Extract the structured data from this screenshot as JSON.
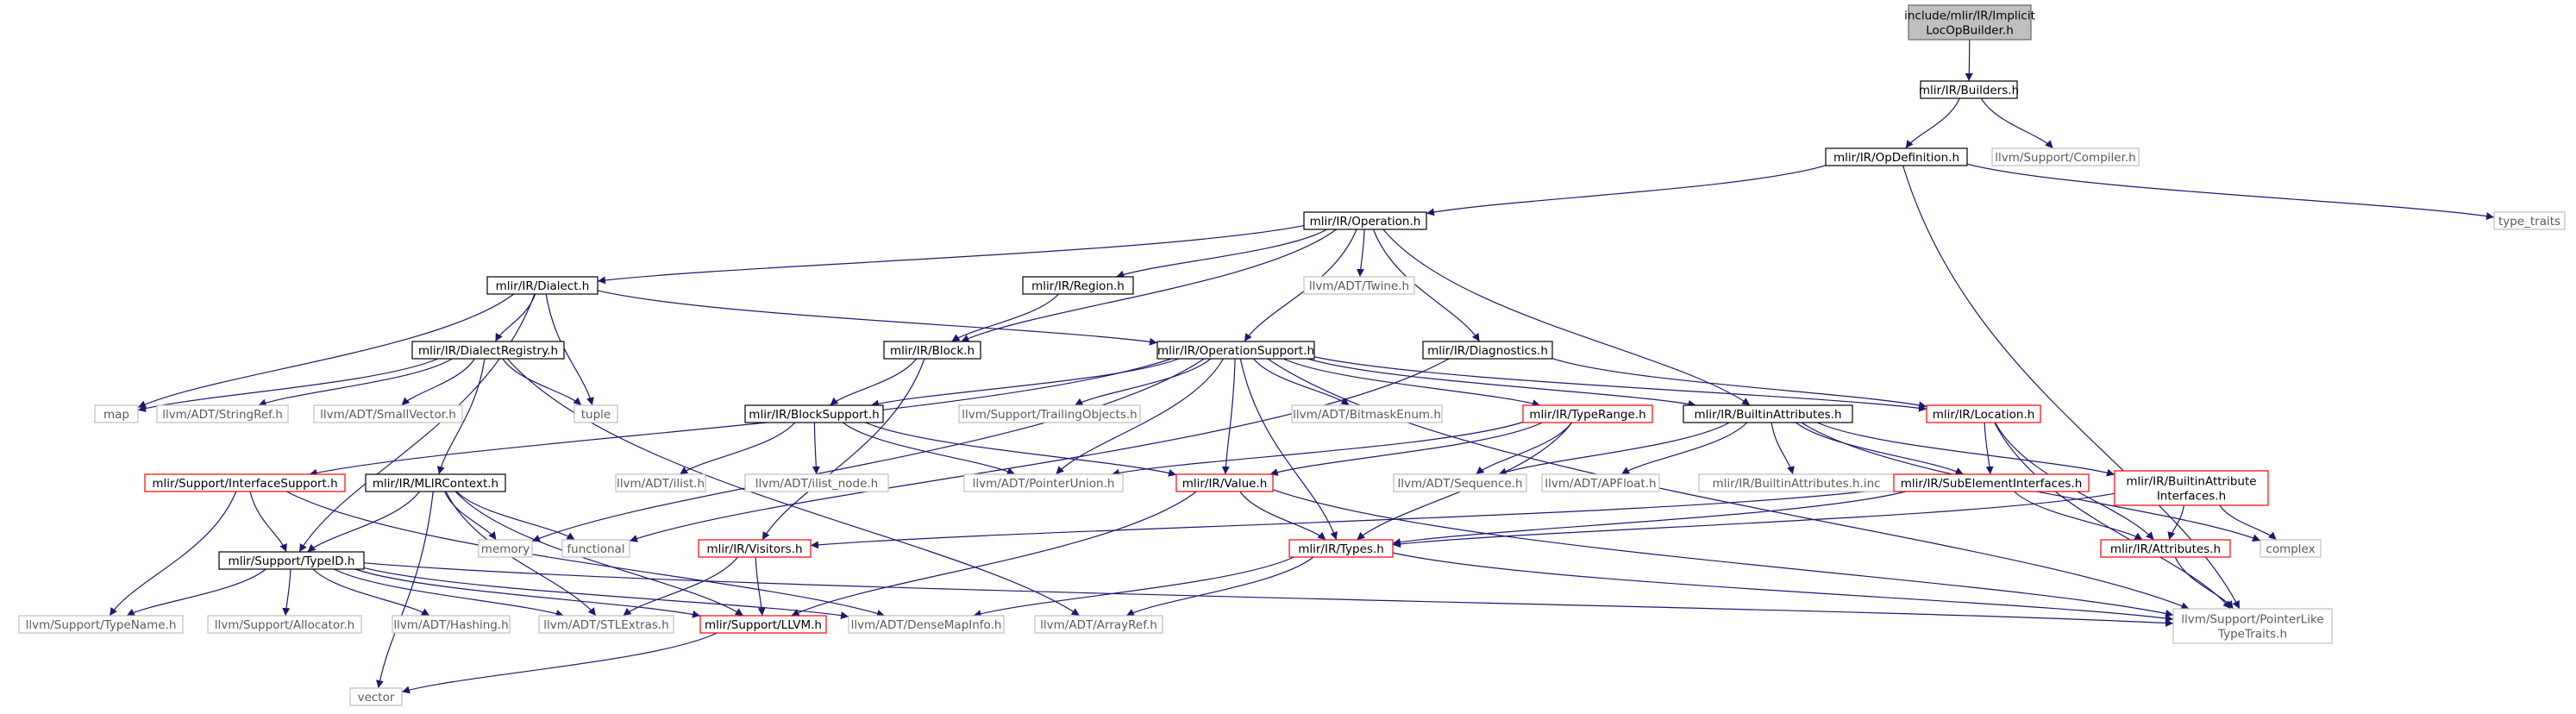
{
  "colors": {
    "background": "#ffffff",
    "root_fill": "#bfbfbf",
    "node_border": "#000000",
    "node_border_red": "#ff0000",
    "node_border_gray": "#bfbfbf",
    "node_text": "#000000",
    "node_text_gray": "#5a5a5a",
    "edge": "#191970"
  },
  "nodes": [
    {
      "id": "root",
      "label": [
        "include/mlir/IR/Implicit",
        "LocOpBuilder.h"
      ],
      "style": "root"
    },
    {
      "id": "builders",
      "label": [
        "mlir/IR/Builders.h"
      ],
      "style": "black"
    },
    {
      "id": "opdef",
      "label": [
        "mlir/IR/OpDefinition.h"
      ],
      "style": "black"
    },
    {
      "id": "compiler",
      "label": [
        "llvm/Support/Compiler.h"
      ],
      "style": "gray"
    },
    {
      "id": "typetraits",
      "label": [
        "type_traits"
      ],
      "style": "gray"
    },
    {
      "id": "operation",
      "label": [
        "mlir/IR/Operation.h"
      ],
      "style": "black"
    },
    {
      "id": "dialect",
      "label": [
        "mlir/IR/Dialect.h"
      ],
      "style": "black"
    },
    {
      "id": "region",
      "label": [
        "mlir/IR/Region.h"
      ],
      "style": "black"
    },
    {
      "id": "twine",
      "label": [
        "llvm/ADT/Twine.h"
      ],
      "style": "gray"
    },
    {
      "id": "diagnostics",
      "label": [
        "mlir/IR/Diagnostics.h"
      ],
      "style": "black"
    },
    {
      "id": "dialectreg",
      "label": [
        "mlir/IR/DialectRegistry.h"
      ],
      "style": "black"
    },
    {
      "id": "block",
      "label": [
        "mlir/IR/Block.h"
      ],
      "style": "black"
    },
    {
      "id": "opsupport",
      "label": [
        "mlir/IR/OperationSupport.h"
      ],
      "style": "black"
    },
    {
      "id": "map",
      "label": [
        "map"
      ],
      "style": "gray"
    },
    {
      "id": "stringref",
      "label": [
        "llvm/ADT/StringRef.h"
      ],
      "style": "gray"
    },
    {
      "id": "smallvector",
      "label": [
        "llvm/ADT/SmallVector.h"
      ],
      "style": "gray"
    },
    {
      "id": "tuple",
      "label": [
        "tuple"
      ],
      "style": "gray"
    },
    {
      "id": "blocksupport",
      "label": [
        "mlir/IR/BlockSupport.h"
      ],
      "style": "black"
    },
    {
      "id": "trailing",
      "label": [
        "llvm/Support/TrailingObjects.h"
      ],
      "style": "gray"
    },
    {
      "id": "bitmask",
      "label": [
        "llvm/ADT/BitmaskEnum.h"
      ],
      "style": "gray"
    },
    {
      "id": "typerange",
      "label": [
        "mlir/IR/TypeRange.h"
      ],
      "style": "red"
    },
    {
      "id": "builtinattrs",
      "label": [
        "mlir/IR/BuiltinAttributes.h"
      ],
      "style": "black"
    },
    {
      "id": "location",
      "label": [
        "mlir/IR/Location.h"
      ],
      "style": "red"
    },
    {
      "id": "ifacesupport",
      "label": [
        "mlir/Support/InterfaceSupport.h"
      ],
      "style": "red"
    },
    {
      "id": "mlircontext",
      "label": [
        "mlir/IR/MLIRContext.h"
      ],
      "style": "black"
    },
    {
      "id": "ilist",
      "label": [
        "llvm/ADT/ilist.h"
      ],
      "style": "gray"
    },
    {
      "id": "ilistnode",
      "label": [
        "llvm/ADT/ilist_node.h"
      ],
      "style": "gray"
    },
    {
      "id": "pointerunion",
      "label": [
        "llvm/ADT/PointerUnion.h"
      ],
      "style": "gray"
    },
    {
      "id": "value",
      "label": [
        "mlir/IR/Value.h"
      ],
      "style": "red"
    },
    {
      "id": "sequence",
      "label": [
        "llvm/ADT/Sequence.h"
      ],
      "style": "gray"
    },
    {
      "id": "apfloat",
      "label": [
        "llvm/ADT/APFloat.h"
      ],
      "style": "gray"
    },
    {
      "id": "builtinattrsinc",
      "label": [
        "mlir/IR/BuiltinAttributes.h.inc"
      ],
      "style": "gray"
    },
    {
      "id": "subelem",
      "label": [
        "mlir/IR/SubElementInterfaces.h"
      ],
      "style": "red"
    },
    {
      "id": "builtinattrif",
      "label": [
        "mlir/IR/BuiltinAttribute",
        "Interfaces.h"
      ],
      "style": "red"
    },
    {
      "id": "memory",
      "label": [
        "memory"
      ],
      "style": "gray"
    },
    {
      "id": "functional",
      "label": [
        "functional"
      ],
      "style": "gray"
    },
    {
      "id": "visitors",
      "label": [
        "mlir/IR/Visitors.h"
      ],
      "style": "red"
    },
    {
      "id": "types",
      "label": [
        "mlir/IR/Types.h"
      ],
      "style": "red"
    },
    {
      "id": "complex",
      "label": [
        "complex"
      ],
      "style": "gray"
    },
    {
      "id": "attributes",
      "label": [
        "mlir/IR/Attributes.h"
      ],
      "style": "red"
    },
    {
      "id": "typeid",
      "label": [
        "mlir/Support/TypeID.h"
      ],
      "style": "black"
    },
    {
      "id": "typename",
      "label": [
        "llvm/Support/TypeName.h"
      ],
      "style": "gray"
    },
    {
      "id": "allocator",
      "label": [
        "llvm/Support/Allocator.h"
      ],
      "style": "gray"
    },
    {
      "id": "hashing",
      "label": [
        "llvm/ADT/Hashing.h"
      ],
      "style": "gray"
    },
    {
      "id": "stlextras",
      "label": [
        "llvm/ADT/STLExtras.h"
      ],
      "style": "gray"
    },
    {
      "id": "llvmh",
      "label": [
        "mlir/Support/LLVM.h"
      ],
      "style": "red"
    },
    {
      "id": "densemapinfo",
      "label": [
        "llvm/ADT/DenseMapInfo.h"
      ],
      "style": "gray"
    },
    {
      "id": "arrayref",
      "label": [
        "llvm/ADT/ArrayRef.h"
      ],
      "style": "gray"
    },
    {
      "id": "pointerlike",
      "label": [
        "llvm/Support/PointerLike",
        "TypeTraits.h"
      ],
      "style": "gray"
    },
    {
      "id": "vector",
      "label": [
        "vector"
      ],
      "style": "gray"
    }
  ],
  "edges": [
    [
      "root",
      "builders"
    ],
    [
      "builders",
      "opdef"
    ],
    [
      "builders",
      "compiler"
    ],
    [
      "opdef",
      "operation"
    ],
    [
      "opdef",
      "typetraits"
    ],
    [
      "opdef",
      "pointerlike"
    ],
    [
      "operation",
      "dialect"
    ],
    [
      "operation",
      "region"
    ],
    [
      "operation",
      "twine"
    ],
    [
      "operation",
      "block"
    ],
    [
      "operation",
      "opsupport"
    ],
    [
      "operation",
      "diagnostics"
    ],
    [
      "operation",
      "builtinattrs"
    ],
    [
      "dialect",
      "dialectreg"
    ],
    [
      "dialect",
      "opsupport"
    ],
    [
      "dialect",
      "map"
    ],
    [
      "dialect",
      "tuple"
    ],
    [
      "dialect",
      "typeid"
    ],
    [
      "region",
      "block"
    ],
    [
      "diagnostics",
      "location"
    ],
    [
      "diagnostics",
      "functional"
    ],
    [
      "dialectreg",
      "mlircontext"
    ],
    [
      "dialectreg",
      "map"
    ],
    [
      "dialectreg",
      "stringref"
    ],
    [
      "dialectreg",
      "smallvector"
    ],
    [
      "dialectreg",
      "tuple"
    ],
    [
      "dialectreg",
      "arrayref"
    ],
    [
      "block",
      "blocksupport"
    ],
    [
      "block",
      "visitors"
    ],
    [
      "opsupport",
      "blocksupport"
    ],
    [
      "opsupport",
      "trailing"
    ],
    [
      "opsupport",
      "bitmask"
    ],
    [
      "opsupport",
      "typerange"
    ],
    [
      "opsupport",
      "builtinattrs"
    ],
    [
      "opsupport",
      "location"
    ],
    [
      "opsupport",
      "ifacesupport"
    ],
    [
      "opsupport",
      "pointerunion"
    ],
    [
      "opsupport",
      "value"
    ],
    [
      "opsupport",
      "types"
    ],
    [
      "opsupport",
      "memory"
    ],
    [
      "opsupport",
      "pointerlike"
    ],
    [
      "blocksupport",
      "ilist"
    ],
    [
      "blocksupport",
      "ilistnode"
    ],
    [
      "blocksupport",
      "pointerunion"
    ],
    [
      "blocksupport",
      "value"
    ],
    [
      "typerange",
      "pointerunion"
    ],
    [
      "typerange",
      "value"
    ],
    [
      "typerange",
      "sequence"
    ],
    [
      "typerange",
      "types"
    ],
    [
      "builtinattrs",
      "sequence"
    ],
    [
      "builtinattrs",
      "apfloat"
    ],
    [
      "builtinattrs",
      "builtinattrsinc"
    ],
    [
      "builtinattrs",
      "subelem"
    ],
    [
      "builtinattrs",
      "builtinattrif"
    ],
    [
      "builtinattrs",
      "complex"
    ],
    [
      "location",
      "subelem"
    ],
    [
      "location",
      "attributes"
    ],
    [
      "location",
      "pointerlike"
    ],
    [
      "ifacesupport",
      "typeid"
    ],
    [
      "ifacesupport",
      "typename"
    ],
    [
      "ifacesupport",
      "densemapinfo"
    ],
    [
      "mlircontext",
      "typeid"
    ],
    [
      "mlircontext",
      "memory"
    ],
    [
      "mlircontext",
      "functional"
    ],
    [
      "mlircontext",
      "vector"
    ],
    [
      "mlircontext",
      "llvmh"
    ],
    [
      "mlircontext",
      "stlextras"
    ],
    [
      "value",
      "types"
    ],
    [
      "value",
      "llvmh"
    ],
    [
      "value",
      "pointerlike"
    ],
    [
      "subelem",
      "visitors"
    ],
    [
      "subelem",
      "types"
    ],
    [
      "subelem",
      "attributes"
    ],
    [
      "builtinattrif",
      "attributes"
    ],
    [
      "builtinattrif",
      "types"
    ],
    [
      "builtinattrif",
      "complex"
    ],
    [
      "visitors",
      "stlextras"
    ],
    [
      "visitors",
      "llvmh"
    ],
    [
      "types",
      "densemapinfo"
    ],
    [
      "types",
      "arrayref"
    ],
    [
      "types",
      "pointerlike"
    ],
    [
      "attributes",
      "pointerlike"
    ],
    [
      "typeid",
      "typename"
    ],
    [
      "typeid",
      "allocator"
    ],
    [
      "typeid",
      "hashing"
    ],
    [
      "typeid",
      "stlextras"
    ],
    [
      "typeid",
      "llvmh"
    ],
    [
      "typeid",
      "densemapinfo"
    ],
    [
      "typeid",
      "pointerlike"
    ],
    [
      "llvmh",
      "vector"
    ]
  ]
}
